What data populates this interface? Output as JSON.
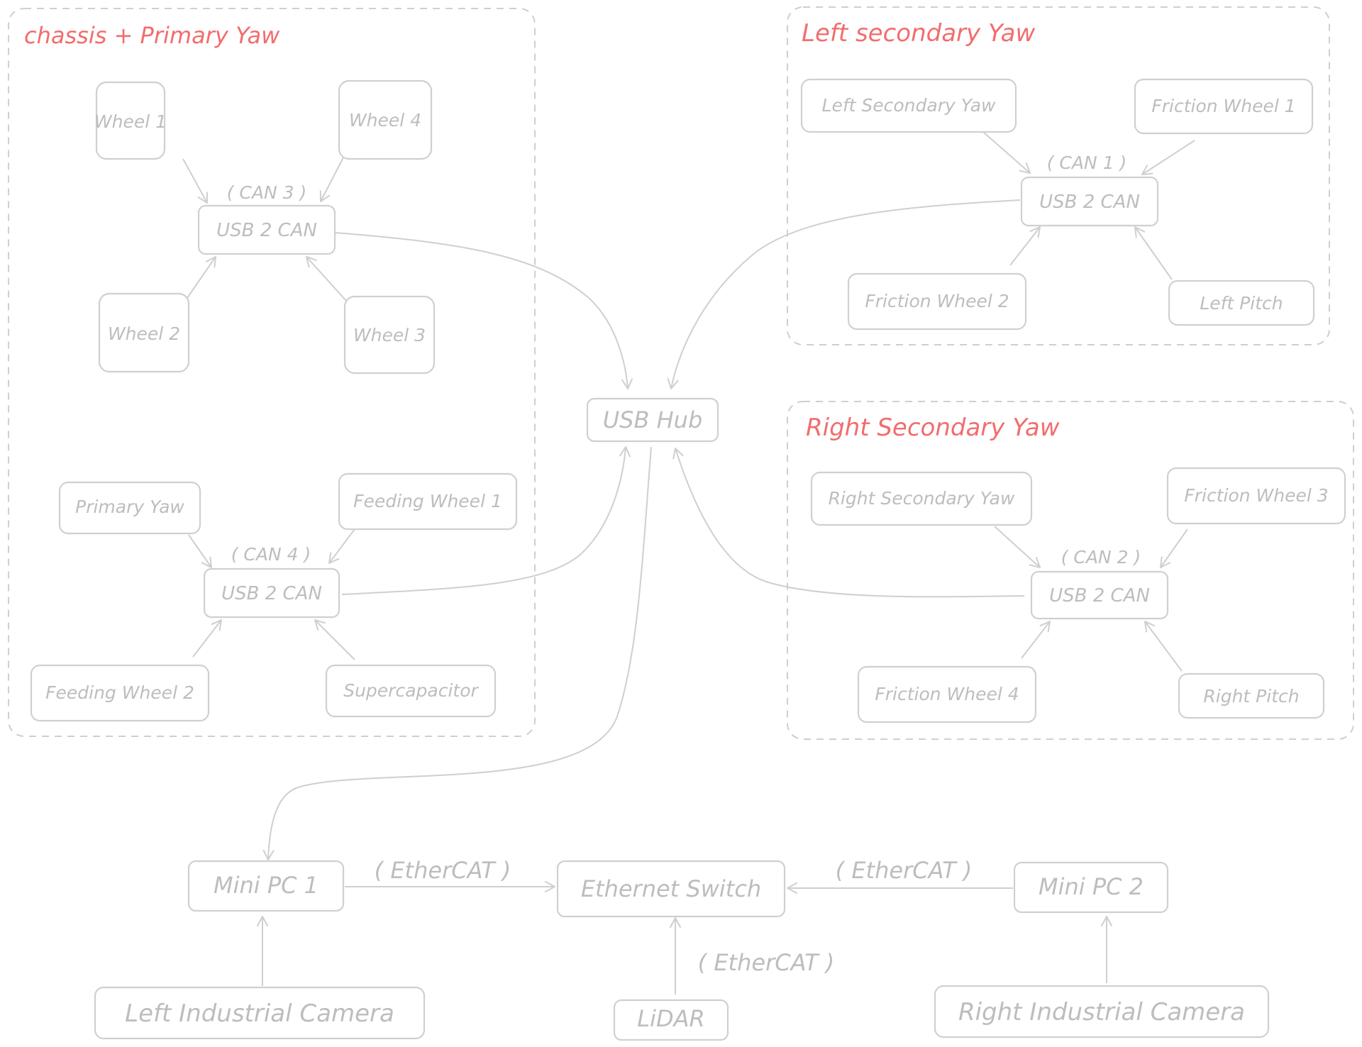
{
  "diagram": {
    "colors": {
      "background": "#ffffff",
      "stroke": "#d0d0d0",
      "node_text": "#bdbdbd",
      "group_title": "#f26d6d"
    },
    "groups": [
      {
        "id": "chassis",
        "title": "chassis + Primary Yaw"
      },
      {
        "id": "left",
        "title": "Left secondary Yaw"
      },
      {
        "id": "right",
        "title": "Right Secondary Yaw"
      }
    ],
    "nodes": [
      {
        "id": "wheel1",
        "label": "Wheel 1"
      },
      {
        "id": "wheel4",
        "label": "Wheel 4"
      },
      {
        "id": "usb2can3",
        "label": "USB 2 CAN"
      },
      {
        "id": "wheel2",
        "label": "Wheel 2"
      },
      {
        "id": "wheel3",
        "label": "Wheel 3"
      },
      {
        "id": "primaryyaw",
        "label": "Primary Yaw"
      },
      {
        "id": "feeding1",
        "label": "Feeding Wheel 1"
      },
      {
        "id": "usb2can4",
        "label": "USB 2 CAN"
      },
      {
        "id": "feeding2",
        "label": "Feeding Wheel 2"
      },
      {
        "id": "supercap",
        "label": "Supercapacitor"
      },
      {
        "id": "leftsecyaw",
        "label": "Left Secondary Yaw"
      },
      {
        "id": "friction1",
        "label": "Friction Wheel 1"
      },
      {
        "id": "usb2can1",
        "label": "USB 2 CAN"
      },
      {
        "id": "friction2",
        "label": "Friction Wheel 2"
      },
      {
        "id": "leftpitch",
        "label": "Left Pitch"
      },
      {
        "id": "rightsecyaw",
        "label": "Right Secondary Yaw"
      },
      {
        "id": "friction3",
        "label": "Friction Wheel 3"
      },
      {
        "id": "usb2can2",
        "label": "USB 2 CAN"
      },
      {
        "id": "friction4",
        "label": "Friction Wheel 4"
      },
      {
        "id": "rightpitch",
        "label": "Right Pitch"
      },
      {
        "id": "usbhub",
        "label": "USB Hub"
      },
      {
        "id": "minipc1",
        "label": "Mini PC 1"
      },
      {
        "id": "ethswitch",
        "label": "Ethernet Switch"
      },
      {
        "id": "minipc2",
        "label": "Mini PC 2"
      },
      {
        "id": "leftcam",
        "label": "Left Industrial Camera"
      },
      {
        "id": "lidar",
        "label": "LiDAR"
      },
      {
        "id": "rightcam",
        "label": "Right Industrial Camera"
      }
    ],
    "bus_labels": [
      {
        "id": "can3",
        "label": "( CAN 3 )"
      },
      {
        "id": "can4",
        "label": "( CAN 4 )"
      },
      {
        "id": "can1",
        "label": "( CAN 1 )"
      },
      {
        "id": "can2",
        "label": "( CAN 2 )"
      },
      {
        "id": "ethercat1",
        "label": "( EtherCAT )"
      },
      {
        "id": "ethercat2",
        "label": "( EtherCAT )"
      },
      {
        "id": "ethercat3",
        "label": "( EtherCAT )"
      }
    ],
    "edges": [
      {
        "from": "wheel1",
        "to": "usb2can3"
      },
      {
        "from": "wheel4",
        "to": "usb2can3"
      },
      {
        "from": "wheel2",
        "to": "usb2can3"
      },
      {
        "from": "wheel3",
        "to": "usb2can3"
      },
      {
        "from": "usb2can3",
        "to": "usbhub"
      },
      {
        "from": "primaryyaw",
        "to": "usb2can4"
      },
      {
        "from": "feeding1",
        "to": "usb2can4"
      },
      {
        "from": "feeding2",
        "to": "usb2can4"
      },
      {
        "from": "supercap",
        "to": "usb2can4"
      },
      {
        "from": "usb2can4",
        "to": "usbhub"
      },
      {
        "from": "leftsecyaw",
        "to": "usb2can1"
      },
      {
        "from": "friction1",
        "to": "usb2can1"
      },
      {
        "from": "friction2",
        "to": "usb2can1"
      },
      {
        "from": "leftpitch",
        "to": "usb2can1"
      },
      {
        "from": "usb2can1",
        "to": "usbhub"
      },
      {
        "from": "rightsecyaw",
        "to": "usb2can2"
      },
      {
        "from": "friction3",
        "to": "usb2can2"
      },
      {
        "from": "friction4",
        "to": "usb2can2"
      },
      {
        "from": "rightpitch",
        "to": "usb2can2"
      },
      {
        "from": "usb2can2",
        "to": "usbhub"
      },
      {
        "from": "usbhub",
        "to": "minipc1"
      },
      {
        "from": "minipc1",
        "to": "ethswitch"
      },
      {
        "from": "minipc2",
        "to": "ethswitch"
      },
      {
        "from": "lidar",
        "to": "ethswitch"
      },
      {
        "from": "leftcam",
        "to": "minipc1"
      },
      {
        "from": "rightcam",
        "to": "minipc2"
      }
    ]
  }
}
